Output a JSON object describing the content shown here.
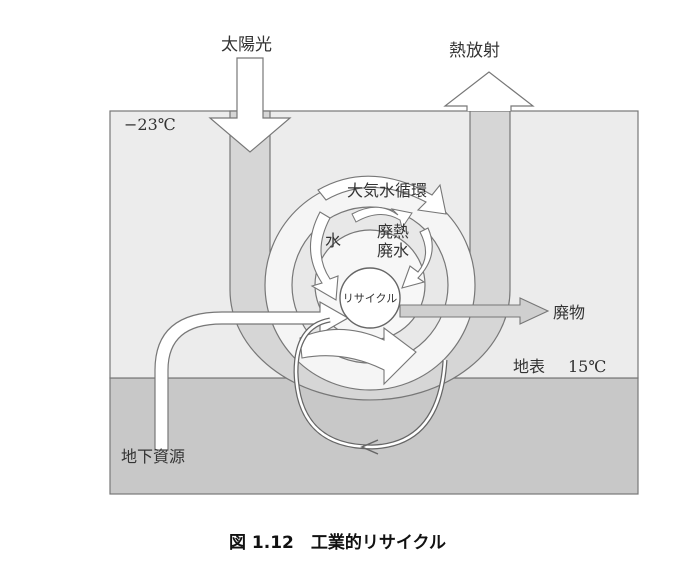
{
  "labels": {
    "sunlight": "太陽光",
    "heat_radiation": "熱放射",
    "space_temp": "−23℃",
    "atm_water_cycle": "大気水循環",
    "water": "水",
    "waste_heat": "廃熱",
    "waste_water": "廃水",
    "recycle": "リサイクル",
    "waste": "廃物",
    "surface": "地表",
    "surface_temp": "15℃",
    "underground_resources": "地下資源"
  },
  "caption": "図 1.12　工業的リサイクル",
  "colors": {
    "space": "#ececec",
    "earth": "#c8c8c8",
    "outline": "#777777",
    "u_band": "#d6d6d6",
    "ring_light": "#f5f5f5",
    "ring_mid": "#e6e6e6",
    "arrow_fill": "#ffffff",
    "waste_arrow": "#cfcfcf"
  }
}
